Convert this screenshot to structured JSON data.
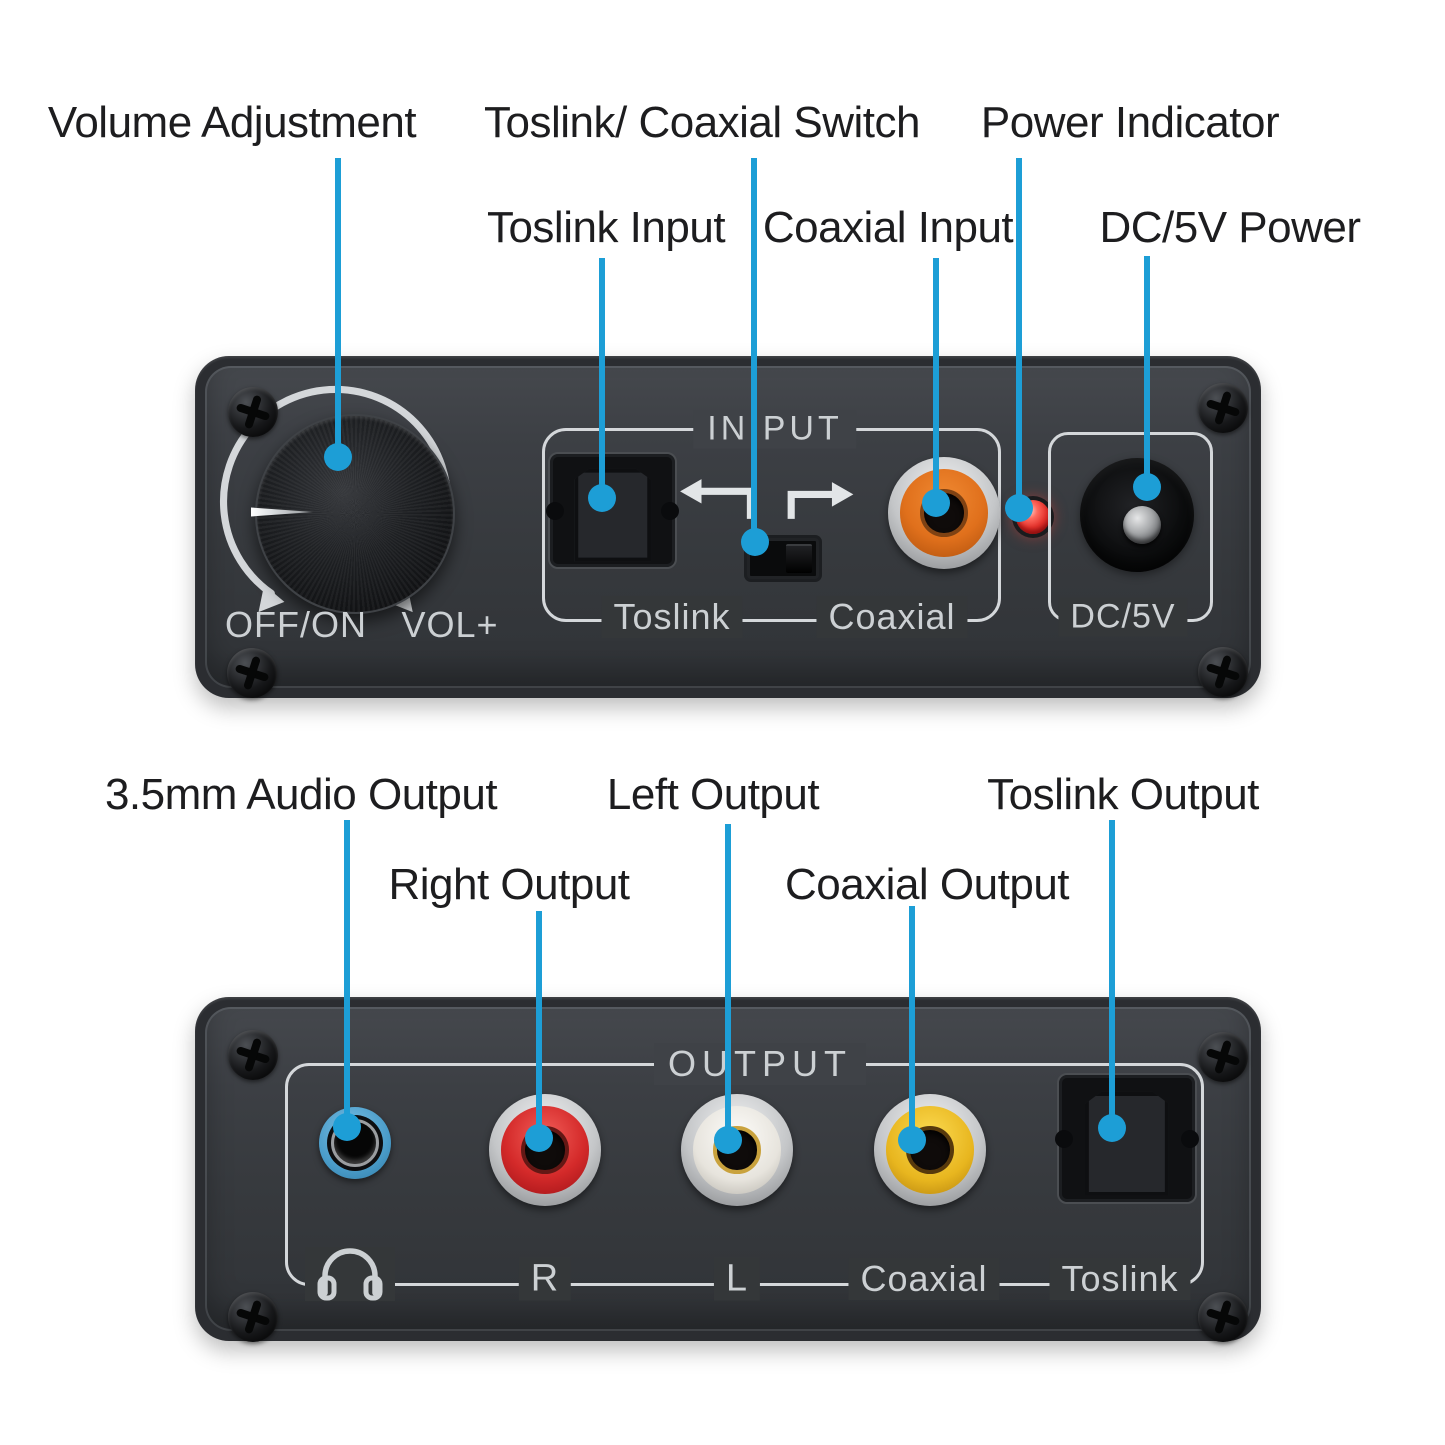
{
  "callout_color": "#1d9ed6",
  "annotations": {
    "volume": "Volume Adjustment",
    "switch": "Toslink/ Coaxial Switch",
    "power": "Power Indicator",
    "toslink_in": "Toslink Input",
    "coax_in": "Coaxial Input",
    "dc_power": "DC/5V Power",
    "audio_35": "3.5mm Audio Output",
    "right_out": "Right Output",
    "left_out": "Left Output",
    "coax_out": "Coaxial Output",
    "toslink_out": "Toslink Output"
  },
  "front_panel": {
    "group_label": "IN PUT",
    "off_on_label": "OFF/ON",
    "vol_label": "VOL+",
    "toslink_label": "Toslink",
    "coaxial_label": "Coaxial",
    "dc_label": "DC/5V"
  },
  "back_panel": {
    "group_label": "OUTPUT",
    "headphone_icon": "headphone-icon",
    "r_label": "R",
    "l_label": "L",
    "coaxial_label": "Coaxial",
    "toslink_label": "Toslink"
  },
  "status_colors": {
    "power_led": "#e3312b",
    "coaxial_input_ring": "#e0701c",
    "right_output_ring": "#d42a2a",
    "left_output_ring": "#e7e4dd",
    "coaxial_output_ring": "#e8b61f",
    "audio_35_ring": "#4a9cc9"
  }
}
